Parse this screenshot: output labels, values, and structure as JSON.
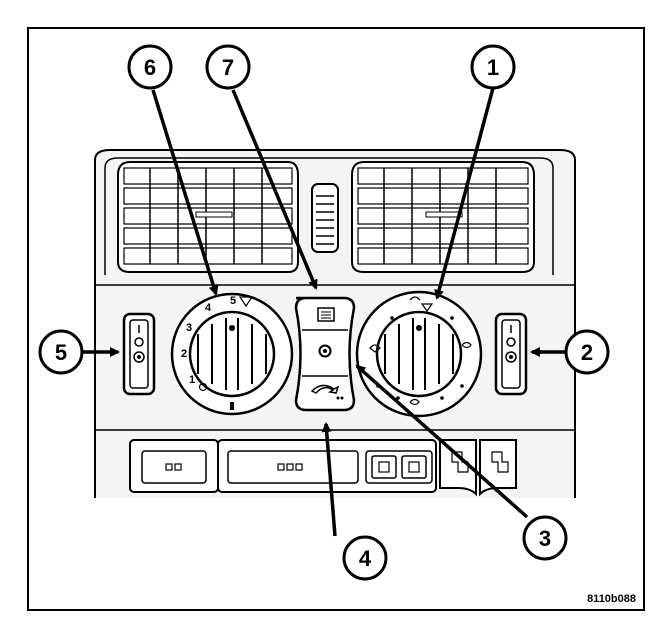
{
  "figure_id": "8110b088",
  "callouts": [
    {
      "label": "1"
    },
    {
      "label": "2"
    },
    {
      "label": "3"
    },
    {
      "label": "4"
    },
    {
      "label": "5"
    },
    {
      "label": "6"
    },
    {
      "label": "7"
    }
  ],
  "blower_dial_numbers": [
    "1",
    "2",
    "3",
    "4",
    "5"
  ],
  "colors": {
    "line": "#000000",
    "fill": "#ffffff",
    "panel": "#f4f4f4"
  }
}
